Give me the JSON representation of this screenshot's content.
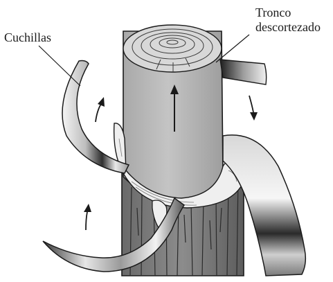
{
  "labels": {
    "blades": "Cuchillas",
    "trunk_line1": "Tronco",
    "trunk_line2": "descortezado"
  },
  "colors": {
    "ink": "#1a1a1a",
    "bark": "#8a8a8a",
    "bark_dark": "#5e5e5e",
    "wood": "#b9b9b9",
    "wood_top": "#d6d6d6",
    "bark_edge": "#eeeeee",
    "blade_light": "#f2f2f2",
    "blade_dark": "#2b2b2b",
    "background": "#ffffff"
  }
}
